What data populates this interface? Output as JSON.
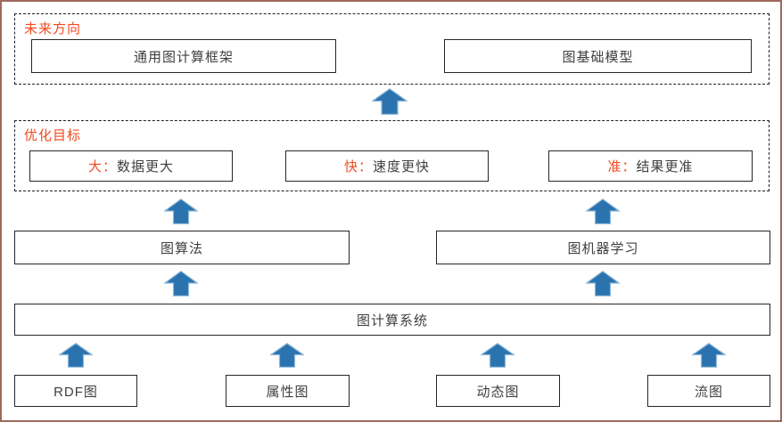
{
  "sections": {
    "future": {
      "label": "未来方向",
      "items": [
        "通用图计算框架",
        "图基础模型"
      ]
    },
    "goals": {
      "label": "优化目标",
      "items": [
        {
          "em": "大：",
          "rest": "数据更大"
        },
        {
          "em": "快：",
          "rest": "速度更快"
        },
        {
          "em": "准：",
          "rest": "结果更准"
        }
      ]
    }
  },
  "layers": {
    "algorithm": "图算法",
    "ml": "图机器学习",
    "system": "图计算系统",
    "graphs": [
      "RDF图",
      "属性图",
      "动态图",
      "流图"
    ]
  },
  "icons": {
    "arrow": "up-arrow"
  },
  "colors": {
    "accent_text": "#f2491e",
    "arrow_fill": "#2a73af",
    "arrow_edge": "#8fb8d8",
    "box_border": "#262626",
    "body_text": "#3f3f3f",
    "outer_frame": "#9e6a5c"
  }
}
